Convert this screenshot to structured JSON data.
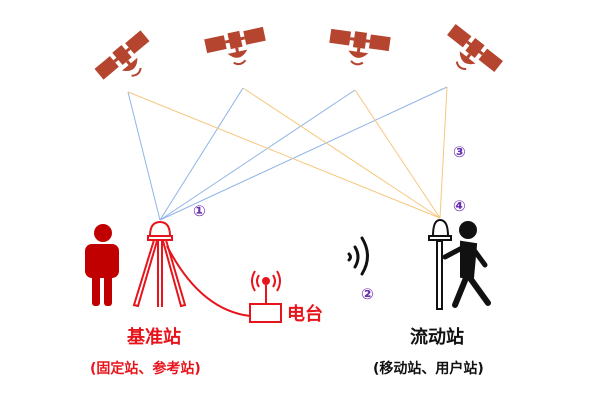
{
  "base_station": {
    "title": "基准站",
    "subtitle": "(固定站、参考站)"
  },
  "radio": {
    "label": "电台"
  },
  "rover_station": {
    "title": "流动站",
    "subtitle": "(移动站、用户站)"
  },
  "markers": [
    "①",
    "②",
    "③",
    "④"
  ],
  "colors": {
    "satellite": "#b5452f",
    "base": "#e8141c",
    "person_base": "#c00000",
    "rover": "#111111",
    "line_base": "#8fb4e6",
    "line_rover": "#f5c77e",
    "marker": "#6a2fb0"
  }
}
